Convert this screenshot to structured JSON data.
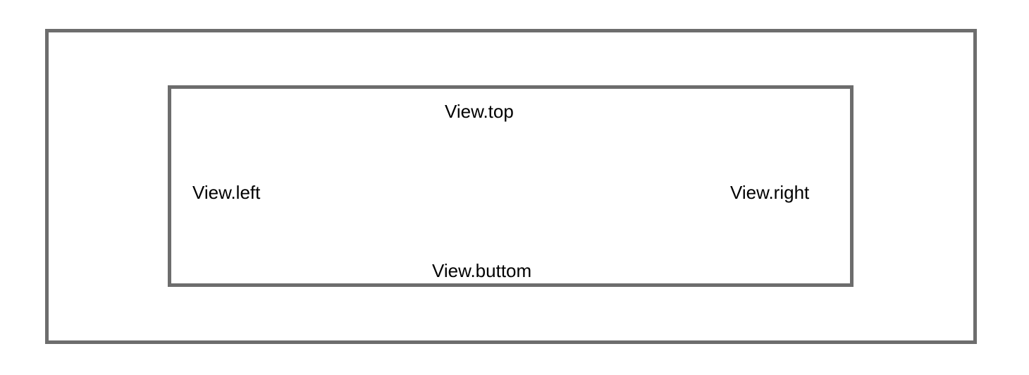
{
  "diagram": {
    "outer_box": {
      "border_color": "#6d6d6d"
    },
    "inner_box": {
      "border_color": "#6d6d6d",
      "labels": {
        "top": "View.top",
        "left": "View.left",
        "right": "View.right",
        "bottom": "View.buttom"
      }
    }
  }
}
